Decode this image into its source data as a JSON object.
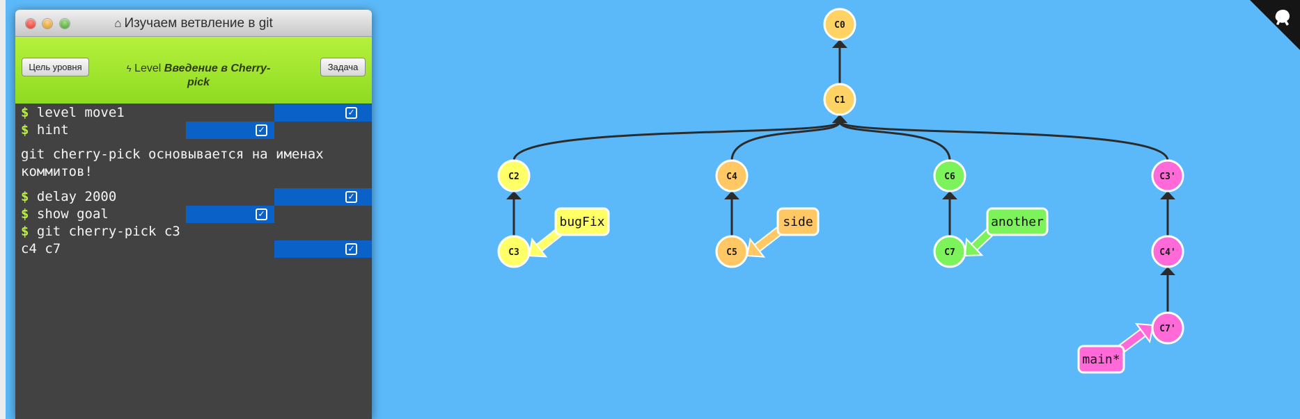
{
  "window": {
    "title": "Изучаем ветвление в git",
    "title_icon": "home-icon"
  },
  "level_bar": {
    "goal_button": "Цель уровня",
    "task_button": "Задача",
    "level_prefix": "Level",
    "level_name": "Введение в Cherry-pick"
  },
  "terminal": {
    "lines": [
      {
        "prompt": "$",
        "text": "level move1",
        "status": "done"
      },
      {
        "prompt": "$",
        "text": "hint",
        "status": "done"
      },
      {
        "message": "git cherry-pick основывается на именах коммитов!"
      },
      {
        "prompt": "$",
        "text": "delay 2000",
        "status": "done"
      },
      {
        "prompt": "$",
        "text": "show goal",
        "status": "done"
      },
      {
        "prompt": "$",
        "text": "git cherry-pick c3",
        "continuation": "c4 c7",
        "status": "done"
      }
    ]
  },
  "graph": {
    "commits": [
      {
        "id": "C0",
        "color": "#ffd264"
      },
      {
        "id": "C1",
        "color": "#ffd264"
      },
      {
        "id": "C2",
        "color": "#ffff66"
      },
      {
        "id": "C3",
        "color": "#ffff66"
      },
      {
        "id": "C4",
        "color": "#ffc864"
      },
      {
        "id": "C5",
        "color": "#ffc864"
      },
      {
        "id": "C6",
        "color": "#7cf35a"
      },
      {
        "id": "C7",
        "color": "#7cf35a"
      },
      {
        "id": "C3'",
        "color": "#ff6ad8"
      },
      {
        "id": "C4'",
        "color": "#ff6ad8"
      },
      {
        "id": "C7'",
        "color": "#ff6ad8"
      }
    ],
    "branches": [
      {
        "name": "bugFix",
        "target": "C3",
        "color": "#ffff66"
      },
      {
        "name": "side",
        "target": "C5",
        "color": "#ffc864"
      },
      {
        "name": "another",
        "target": "C7",
        "color": "#7cf35a"
      },
      {
        "name": "main*",
        "target": "C7'",
        "color": "#ff6ad8"
      }
    ]
  },
  "colors": {
    "background": "#5cb9f9",
    "level_bar": "#a4e82e",
    "terminal": "#424242",
    "done_bar": "#0a62c9"
  }
}
